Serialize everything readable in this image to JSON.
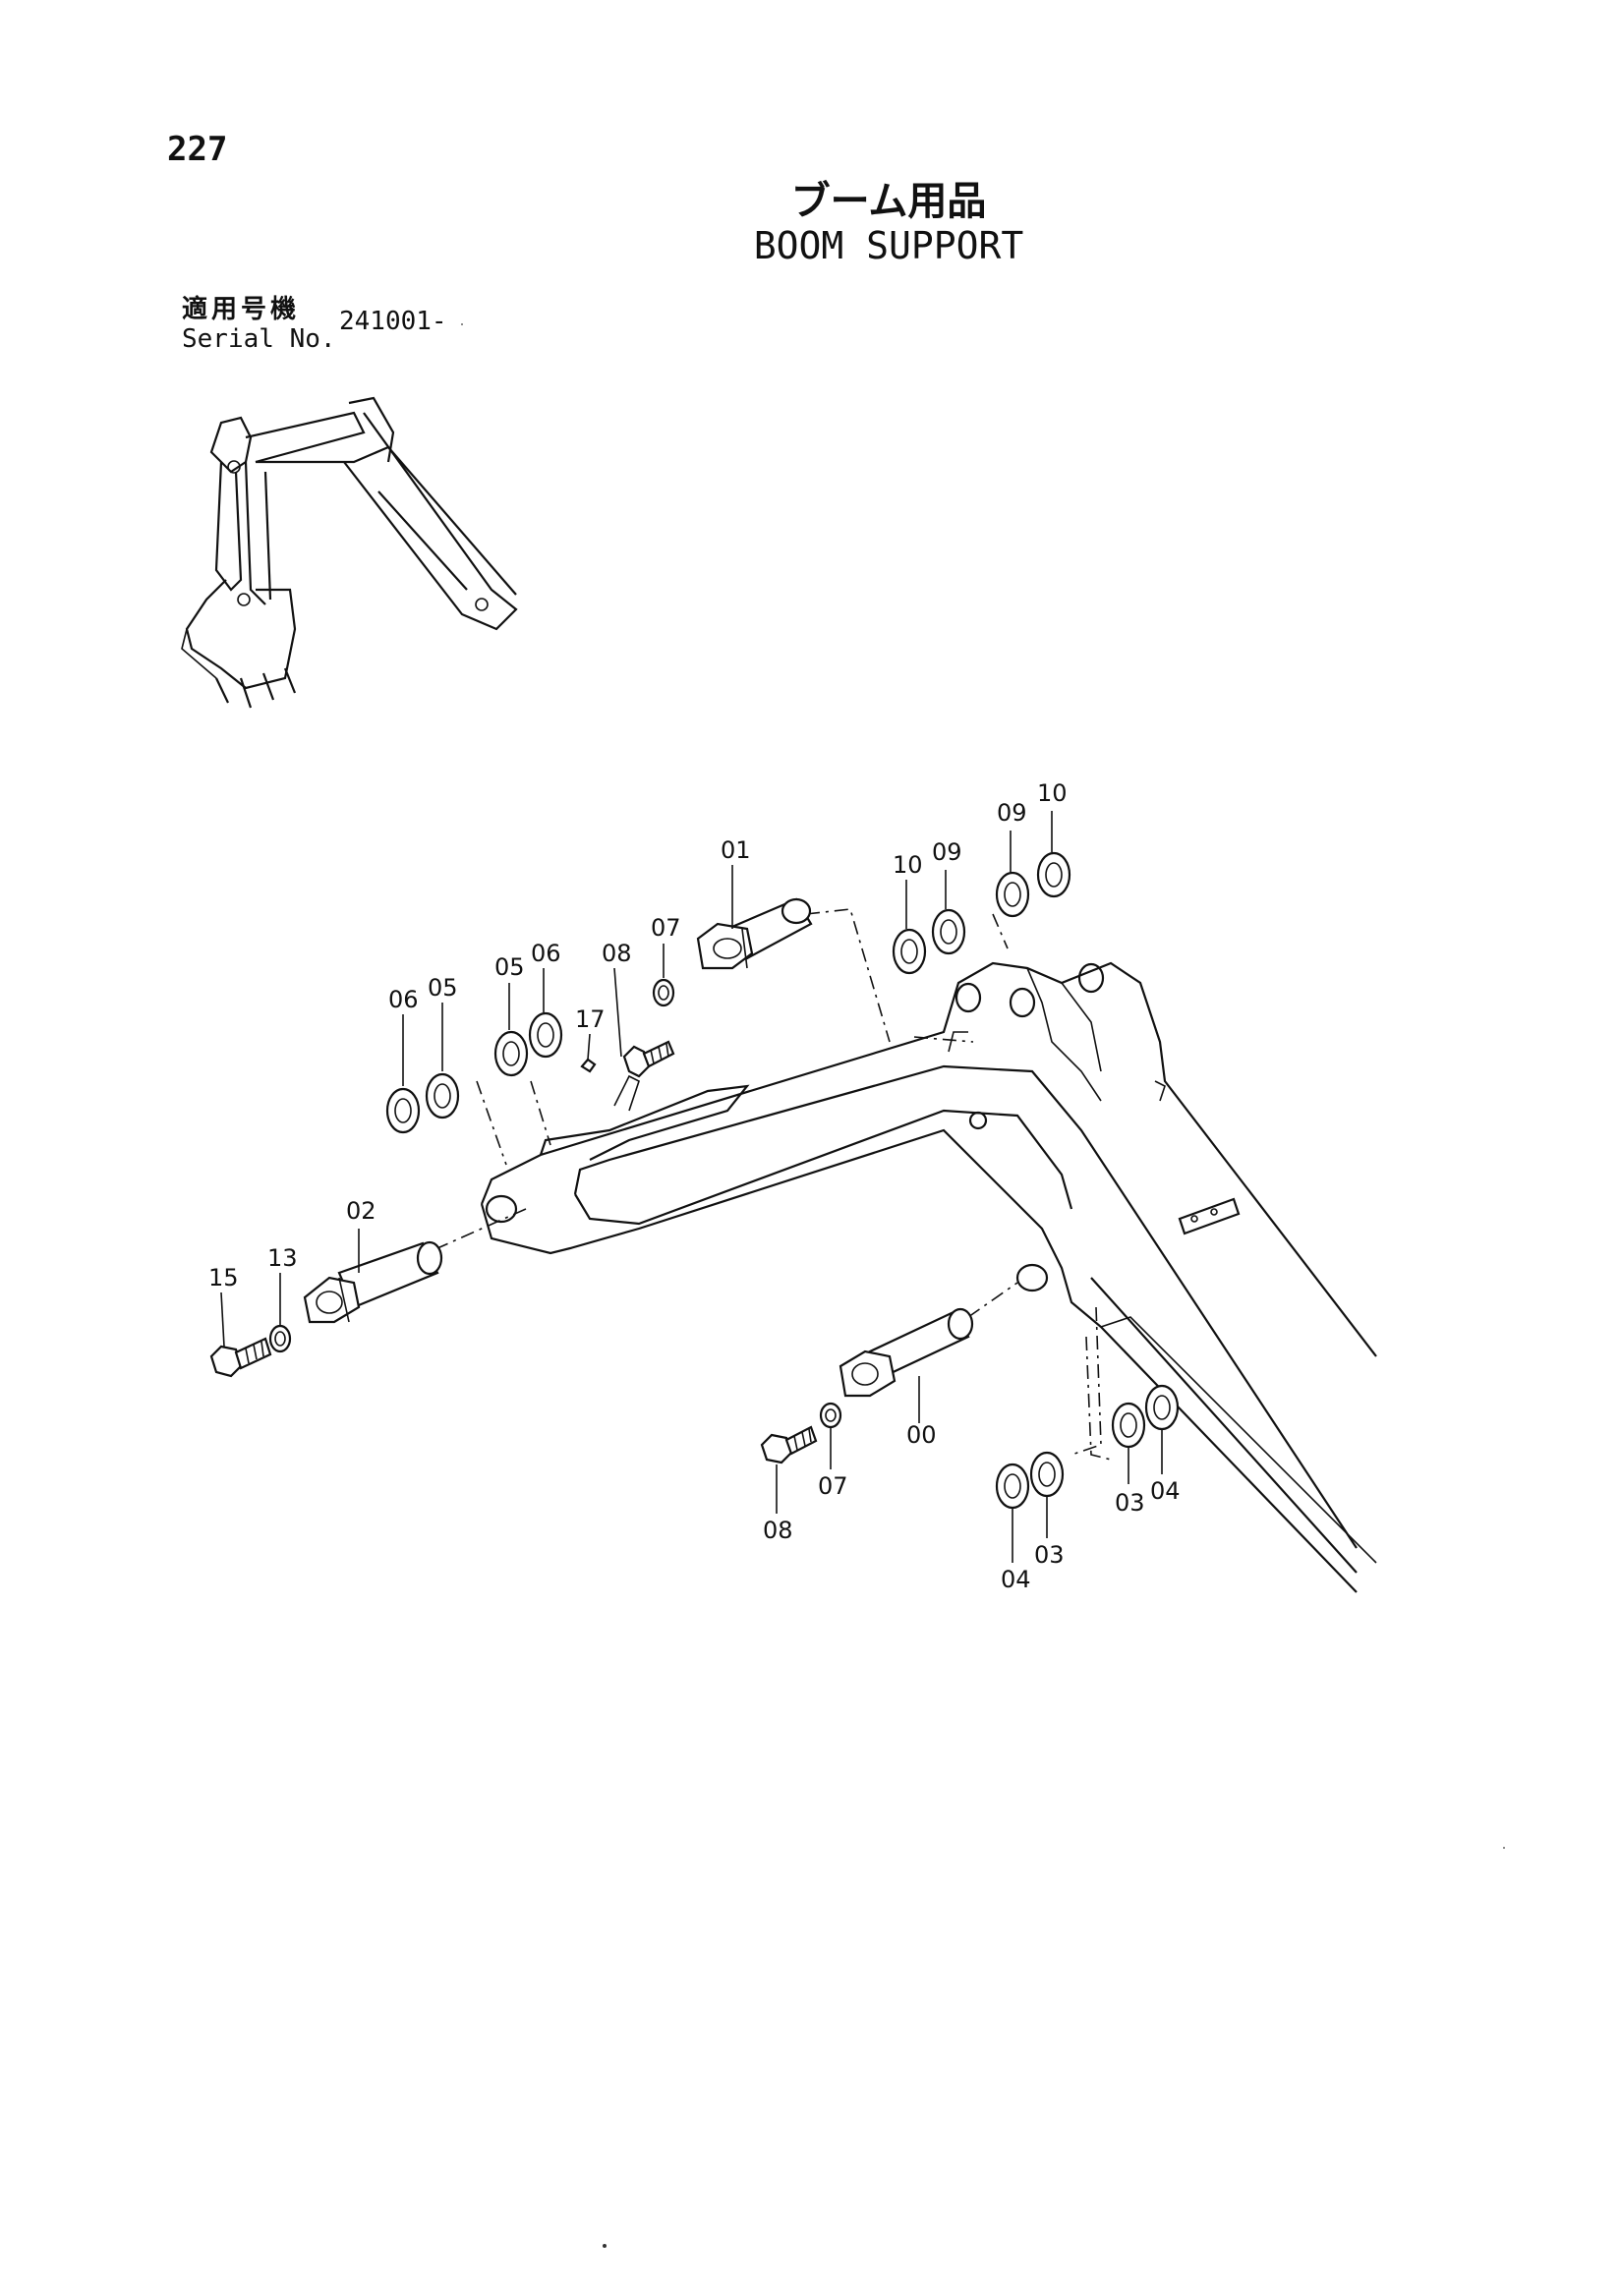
{
  "page": {
    "number": "227",
    "title_ja": "ブーム用品",
    "title_en": "BOOM SUPPORT"
  },
  "serial": {
    "label_ja": "適用号機",
    "label_en": "Serial No.",
    "value": "241001-"
  },
  "callouts": [
    "00",
    "01",
    "02",
    "03",
    "03",
    "04",
    "04",
    "05",
    "05",
    "06",
    "06",
    "07",
    "07",
    "08",
    "08",
    "09",
    "09",
    "10",
    "10",
    "13",
    "15",
    "17"
  ]
}
